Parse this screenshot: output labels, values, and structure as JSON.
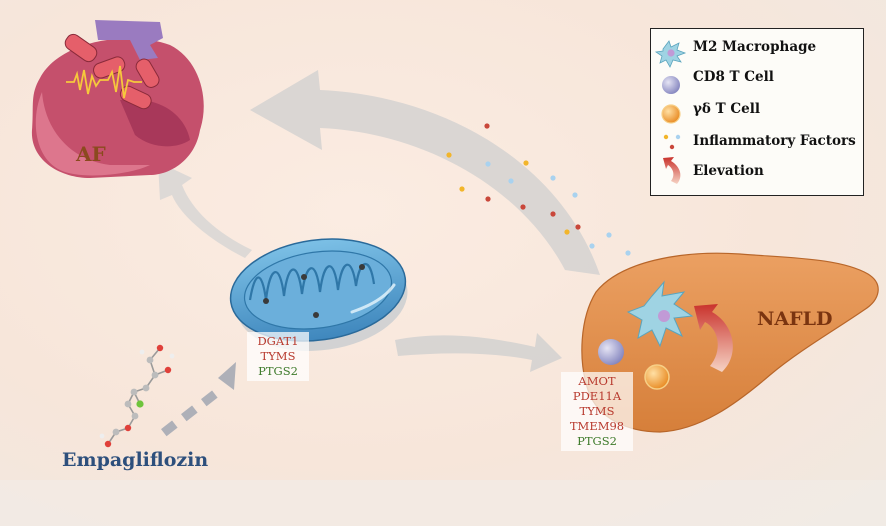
{
  "nodes": {
    "af": "AF",
    "nafld": "NAFLD",
    "drug": "Empagliflozin"
  },
  "mito_genes": [
    {
      "name": "DGAT1",
      "direction": "up"
    },
    {
      "name": "TYMS",
      "direction": "up"
    },
    {
      "name": "PTGS2",
      "direction": "down"
    }
  ],
  "liver_genes": [
    {
      "name": "AMOT",
      "direction": "up"
    },
    {
      "name": "PDE11A",
      "direction": "up"
    },
    {
      "name": "TYMS",
      "direction": "up"
    },
    {
      "name": "TMEM98",
      "direction": "up"
    },
    {
      "name": "PTGS2",
      "direction": "down"
    }
  ],
  "legend": [
    {
      "label": "M2 Macrophage",
      "icon": "macrophage-icon"
    },
    {
      "label": "CD8 T Cell",
      "icon": "cd8-t-cell-icon"
    },
    {
      "label": "γδ T Cell",
      "icon": "gamma-delta-t-cell-icon"
    },
    {
      "label": "Inflammatory Factors",
      "icon": "inflammatory-dots-icon"
    },
    {
      "label": "Elevation",
      "icon": "elevation-arrow-icon"
    }
  ],
  "colors": {
    "up_gene": "#b83a2e",
    "down_gene": "#3d7a2a",
    "heart": "#c24a68",
    "liver": "#e0924e",
    "mitochondrion": "#5b9fcf",
    "arrow": "#c9c9c9"
  }
}
